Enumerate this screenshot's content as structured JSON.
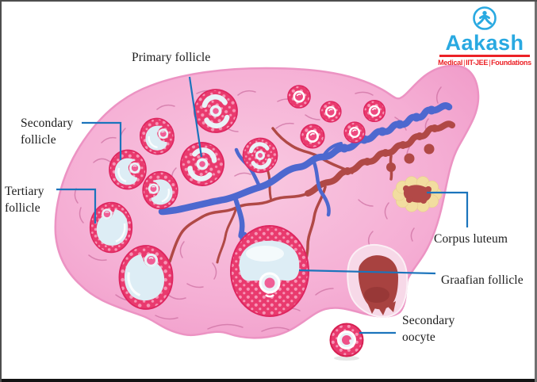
{
  "logo": {
    "brand": "Aakash",
    "tagline": [
      "Medical",
      "IIT-JEE",
      "Foundations"
    ],
    "tagline_separator": "|",
    "icon": "person-in-circle"
  },
  "annotations": [
    {
      "id": "primary-follicle",
      "text": "Primary follicle"
    },
    {
      "id": "secondary-follicle",
      "text": "Secondary follicle"
    },
    {
      "id": "tertiary-follicle",
      "text": "Tertiary follicle"
    },
    {
      "id": "corpus-luteum",
      "text": "Corpus luteum"
    },
    {
      "id": "graafian-follicle",
      "text": "Graafian follicle"
    },
    {
      "id": "secondary-oocyte",
      "text": "Secondary oocyte"
    }
  ],
  "colors": {
    "leader-line": "#1B74BC",
    "label-text": "#1C1C1C",
    "logo-blue": "#29A9E1",
    "logo-red": "#EC2227",
    "ovary-pink": "#F5AED4",
    "follicle-pink": "#E93A6E",
    "follicle-dot": "#F795B6",
    "antrum-blue": "#DDEDF5",
    "vessel-blue": "#4D68CF",
    "vessel-red": "#B04946",
    "corpus-luteum-yellow": "#F2DDA0",
    "corpus-luteum-red": "#B24947",
    "ruptured-follicle-red": "#A84240",
    "oocyte-pink": "#F05E96"
  }
}
